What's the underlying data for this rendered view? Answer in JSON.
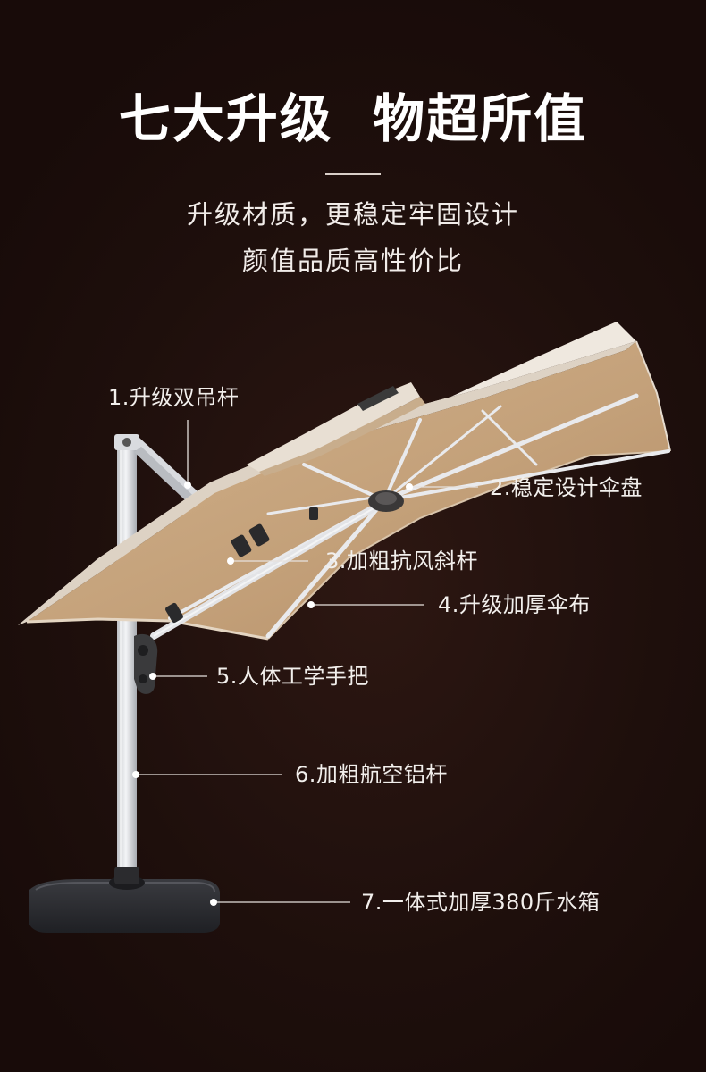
{
  "headline": "七大升级  物超所值",
  "subtitle_lines": [
    "升级材质，更稳定牢固设计",
    "颜值品质高性价比"
  ],
  "features": [
    "1.升级双吊杆",
    "2.稳定设计伞盘",
    "3.加粗抗风斜杆",
    "4.升级加厚伞布",
    "5.人体工学手把",
    "6.加粗航空铝杆",
    "7.一体式加厚380斤水箱"
  ],
  "colors": {
    "background": "#1e0f0c",
    "canopy_top": "#efe8df",
    "canopy_under": "#c8a780",
    "pole": "#e8e9ec",
    "base": "#2b2c30"
  }
}
